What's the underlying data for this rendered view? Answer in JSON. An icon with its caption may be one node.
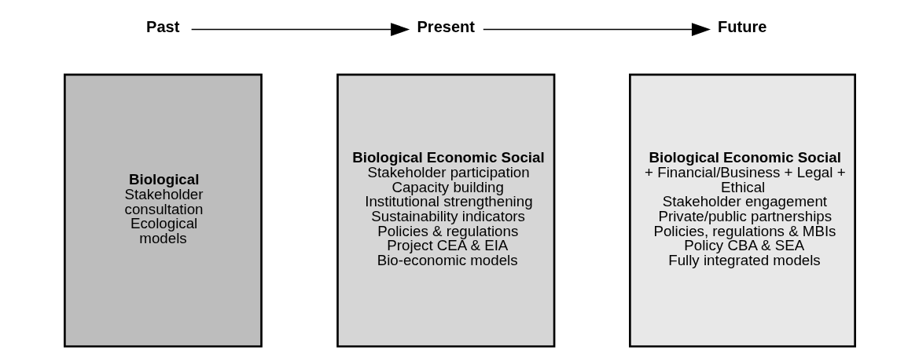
{
  "diagram": {
    "nodes": [
      {
        "text": [
          "Past"
        ]
      },
      {
        "text": [
          "Present"
        ]
      },
      {
        "text": [
          "Future"
        ]
      },
      {
        "text": [
          "Biological",
          "Stakeholder consultation",
          "Ecological models"
        ]
      },
      {
        "text": [
          "Biological Economic Social",
          "Stakeholder participation",
          "Capacity building",
          "Institutional strengthening",
          "Sustainability indicators",
          "Policies & regulations",
          "Project CEA & EIA",
          "Bio-economic models"
        ]
      },
      {
        "text": [
          "Biological Economic Social",
          "+ Financial/Business + Legal + Ethical",
          "Stakeholder engagement",
          "Private/public partnerships",
          "Policies, regulations & MBIs",
          "Policy CBA & SEA",
          "Fully integrated models"
        ]
      }
    ],
    "edges": [
      {
        "from": 0,
        "to": 1,
        "arrow": "to"
      },
      {
        "from": 1,
        "to": 2,
        "arrow": "to"
      }
    ]
  }
}
